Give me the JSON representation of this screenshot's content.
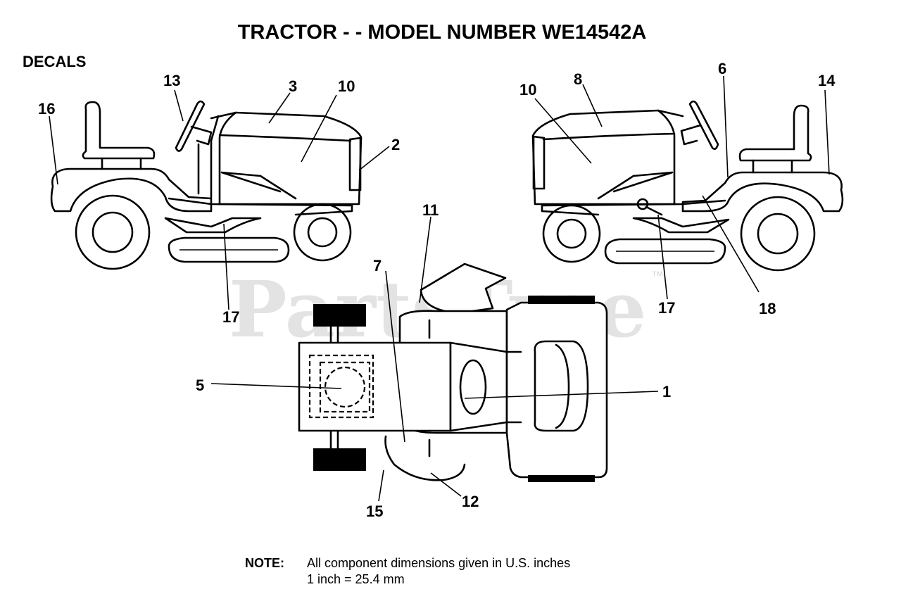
{
  "title": "TRACTOR - - MODEL NUMBER WE14542A",
  "section": "DECALS",
  "watermark": "PartsTree",
  "watermark_mark": "™",
  "callouts": {
    "c16": "16",
    "c13": "13",
    "c3": "3",
    "c10_left": "10",
    "c2": "2",
    "c17_left": "17",
    "c10_right": "10",
    "c8": "8",
    "c6": "6",
    "c14": "14",
    "c17_right": "17",
    "c18": "18",
    "c11": "11",
    "c7": "7",
    "c5": "5",
    "c1": "1",
    "c15": "15",
    "c12": "12"
  },
  "note": {
    "label": "NOTE:",
    "line1": "All component dimensions given in U.S. inches",
    "line2": "1 inch = 25.4 mm"
  }
}
